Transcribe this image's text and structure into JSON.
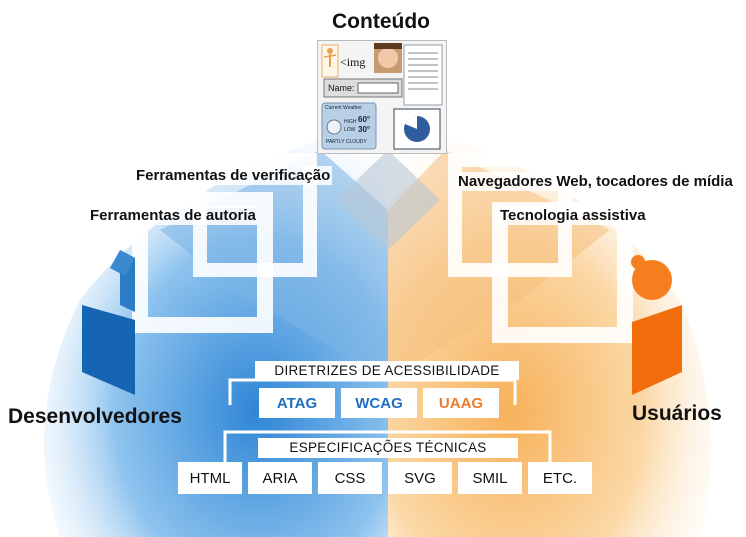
{
  "title": "Conteúdo",
  "left_group": "Desenvolvedores",
  "right_group": "Usuários",
  "tools_left": [
    "Ferramentas de verificação",
    "Ferramentas de autoria"
  ],
  "tools_right": [
    "Navegadores Web, tocadores de mídia",
    "Tecnologia assistiva"
  ],
  "guidelines": {
    "title": "DIRETRIZES DE ACESSIBILIDADE",
    "items": [
      {
        "label": "ATAG",
        "color": "#1f6fc0"
      },
      {
        "label": "WCAG",
        "color": "#1f6fc0"
      },
      {
        "label": "UAAG",
        "color": "#f07b2c"
      }
    ]
  },
  "specs": {
    "title": "ESPECIFICAÇÕES TÉCNICAS",
    "items": [
      "HTML",
      "ARIA",
      "CSS",
      "SVG",
      "SMIL",
      "ETC."
    ]
  },
  "content_card": {
    "img_tag": "<img",
    "name_label": "Name:",
    "weather_title": "Current Weather",
    "weather_high": "60°",
    "weather_low": "30°",
    "weather_cond": "PARTLY CLOUDY",
    "weather_high_label": "HIGH",
    "weather_low_label": "LOW"
  },
  "colors": {
    "blue": "#1f6fc0",
    "light_blue": "#9ac8ee",
    "orange": "#f07b2c",
    "light_orange": "#f8c98c"
  }
}
